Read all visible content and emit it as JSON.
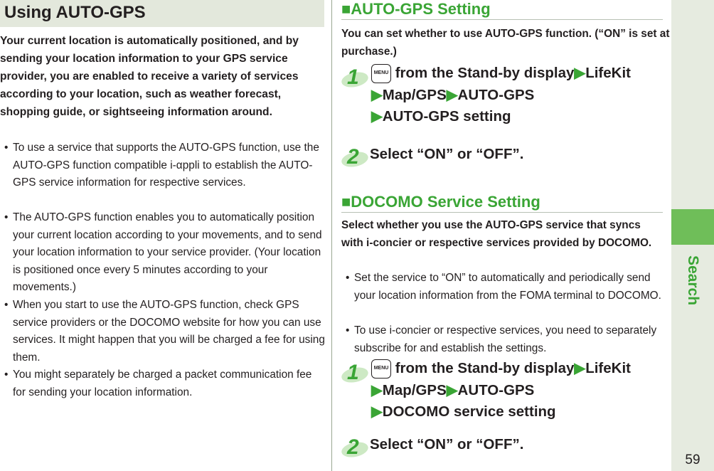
{
  "left": {
    "header": "Using AUTO-GPS",
    "intro": "Your current location is automatically positioned, and by sending your location information to your GPS service provider, you are enabled to receive a variety of services according to your location, such as weather forecast, shopping guide, or sightseeing information around.",
    "bullets": [
      "To use a service that supports the AUTO-GPS function, use the AUTO-GPS function compatible i-αppli to establish the AUTO-GPS service information for respective services.",
      "The AUTO-GPS function enables you to automatically position your current location according to your movements, and to send your location information to your service provider. (Your location is positioned once every 5 minutes according to your movements.)",
      "When you start to use the AUTO-GPS function, check GPS service providers or the DOCOMO website for how you can use services. It might happen that you will be charged a fee for using them.",
      "You might separately be charged a packet communication fee for sending your location information."
    ]
  },
  "bullet_mark": "•",
  "section1": {
    "title": "■AUTO-GPS Setting",
    "desc": "You can set whether to use AUTO-GPS function. (“ON” is set at purchase.)",
    "step1": {
      "num": "1",
      "menu_key": "MENU",
      "line1": " from the Stand-by display",
      "arrow": "▶",
      "lifekit": "LifeKit",
      "line2a": "Map/GPS",
      "line2b": "AUTO-GPS",
      "line3": "AUTO-GPS setting"
    },
    "step2": {
      "num": "2",
      "text": "Select “ON” or “OFF”."
    }
  },
  "section2": {
    "title": "■DOCOMO Service Setting",
    "desc": "Select whether you use the AUTO-GPS service that syncs with i-concier or respective services provided by DOCOMO.",
    "bullets": [
      "Set the service to “ON” to automatically and periodically send your location information from the FOMA terminal to DOCOMO.",
      "To use i-concier or respective services, you need to separately subscribe for and establish the settings."
    ],
    "step1": {
      "num": "1",
      "menu_key": "MENU",
      "line1": " from the Stand-by display",
      "arrow": "▶",
      "lifekit": "LifeKit",
      "line2a": "Map/GPS",
      "line2b": "AUTO-GPS",
      "line3": "DOCOMO service setting"
    },
    "step2": {
      "num": "2",
      "text": "Select “ON” or “OFF”."
    }
  },
  "side_tab": {
    "label": "Search",
    "color": "#6fbe59"
  },
  "page_number": "59",
  "colors": {
    "accent": "#3aa535",
    "header_bg": "#e3e8dc"
  }
}
